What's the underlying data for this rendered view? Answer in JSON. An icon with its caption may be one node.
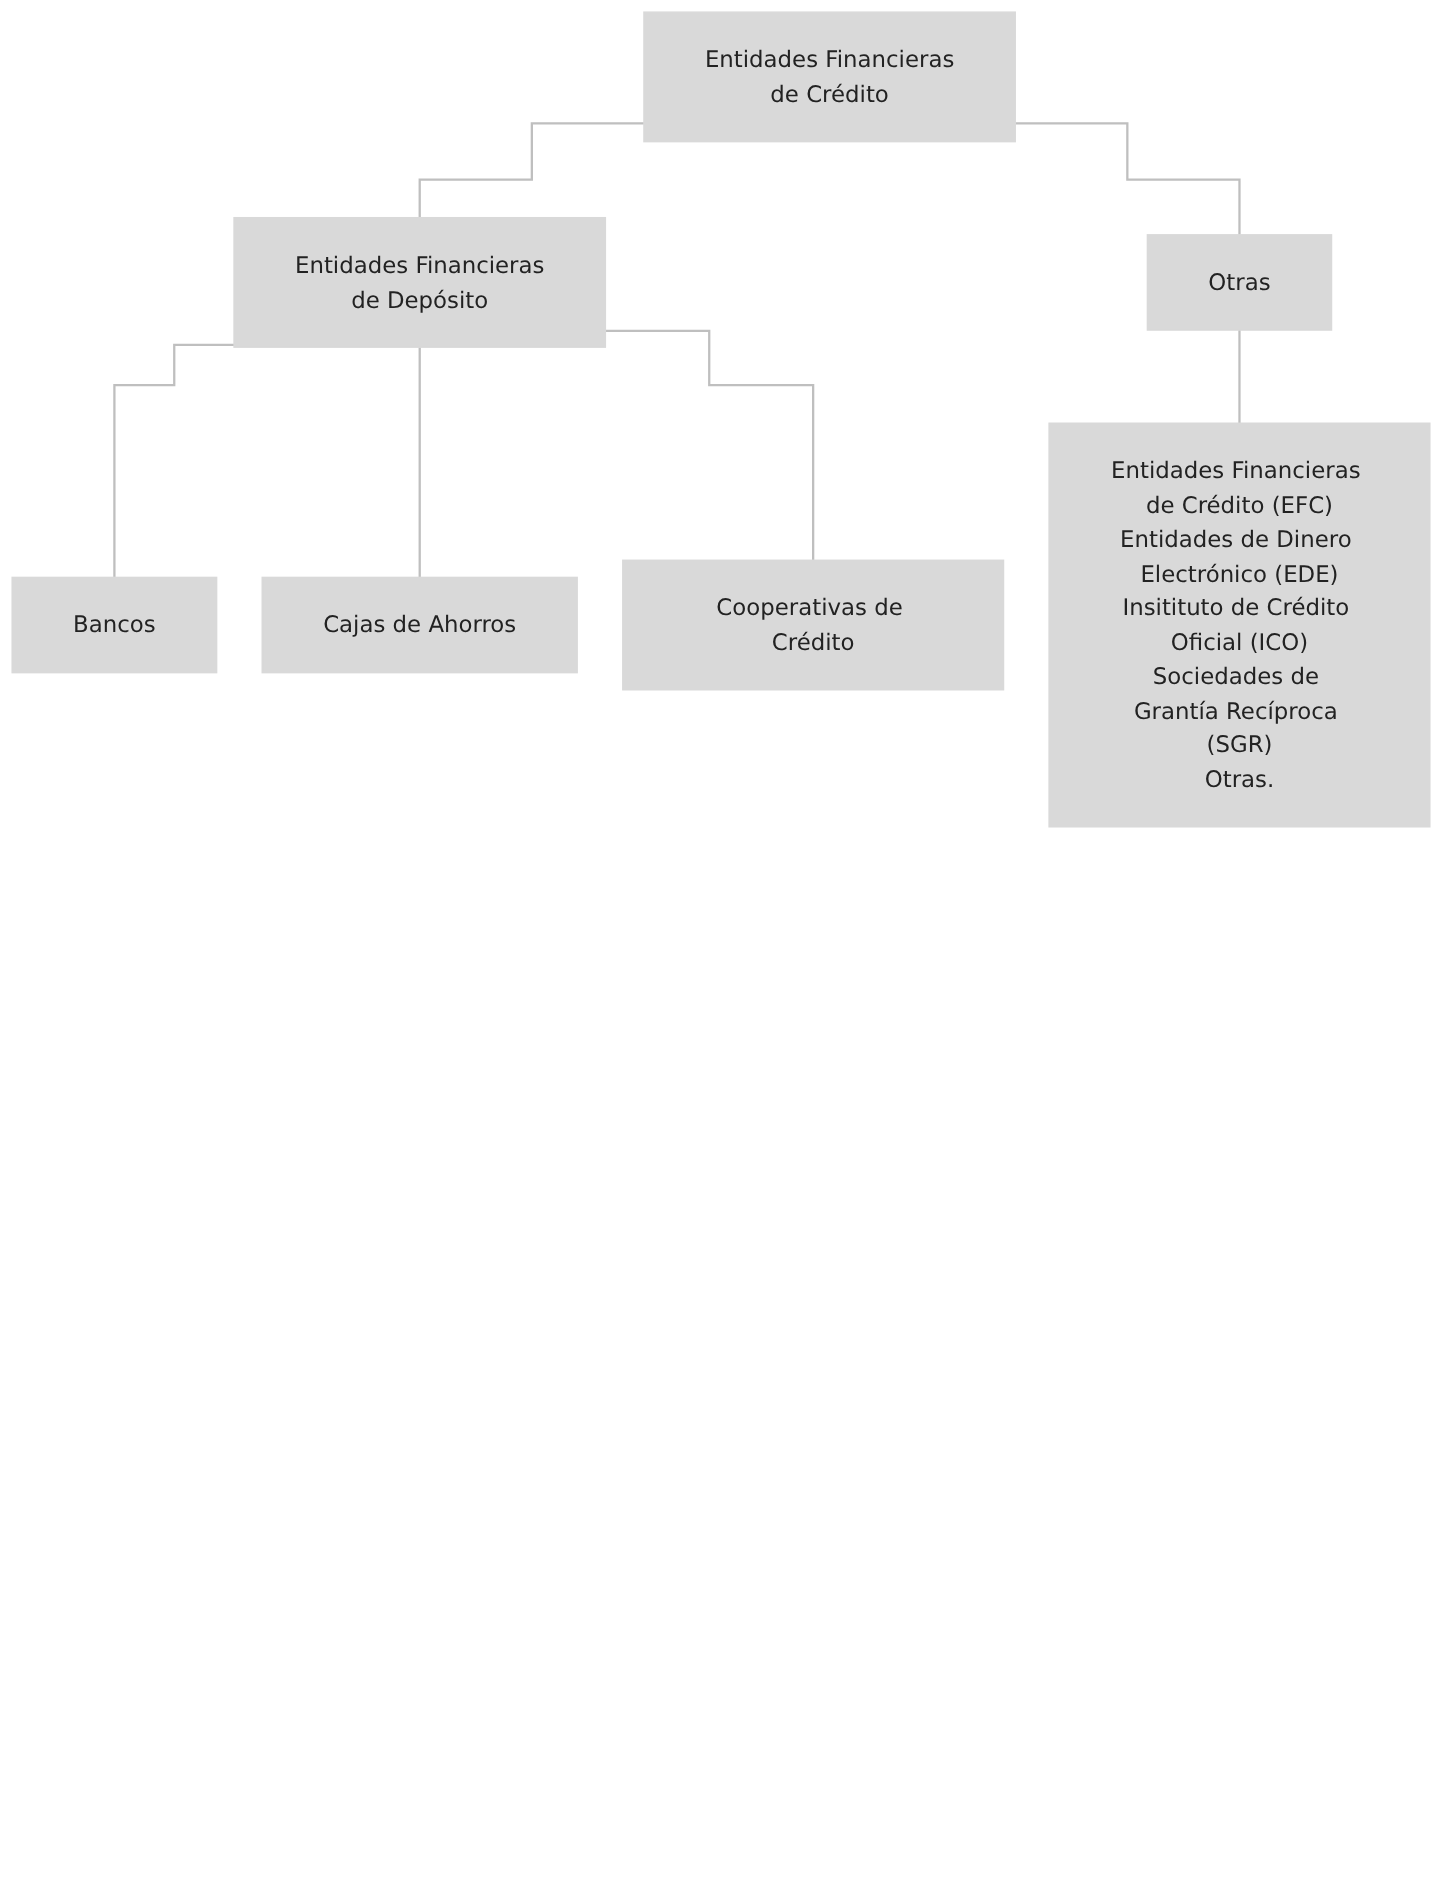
{
  "diagram": {
    "nodes": [
      {
        "text": [
          "Entidades Financieras",
          "de Crédito"
        ]
      },
      {
        "text": [
          "Entidades Financieras",
          "de Depósito"
        ]
      },
      {
        "text": [
          "Otras"
        ]
      },
      {
        "text": [
          "Bancos"
        ]
      },
      {
        "text": [
          "Cajas de Ahorros"
        ]
      },
      {
        "text": [
          "Cooperativas de Crédito"
        ]
      },
      {
        "text": [
          "Entidades Financieras de Crédito (EFC)",
          "Entidades de Dinero Electrónico (EDE)",
          "Insitituto de Crédito Oficial (ICO)",
          "Sociedades de Grantía Recíproca (SGR)",
          "Otras."
        ]
      }
    ],
    "edges": [
      {
        "from": 0,
        "to": 1,
        "arrow": "none"
      },
      {
        "from": 0,
        "to": 2,
        "arrow": "none"
      },
      {
        "from": 1,
        "to": 3,
        "arrow": "none"
      },
      {
        "from": 1,
        "to": 4,
        "arrow": "none"
      },
      {
        "from": 1,
        "to": 5,
        "arrow": "none"
      },
      {
        "from": 2,
        "to": 6,
        "arrow": "none"
      }
    ]
  }
}
